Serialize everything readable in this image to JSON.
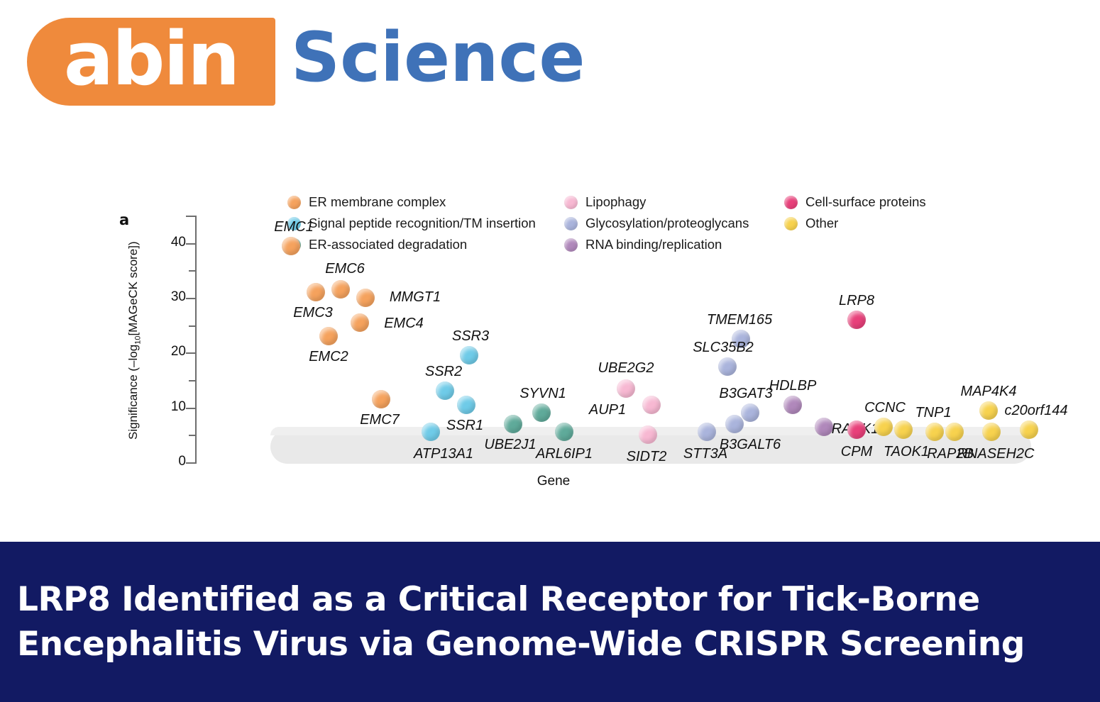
{
  "header": {
    "logo_mark_text": "abin",
    "logo_word": "Science",
    "logo_orange": "#ef8a3c",
    "logo_blue": "#3f72b8"
  },
  "figure": {
    "panel_letter": "a",
    "xaxis_label": "Gene",
    "yaxis_label": "Significance (–log10[MAGeCK score])",
    "noise_band_color": "#e9e9e9"
  },
  "legend": {
    "columns": [
      {
        "x": 0,
        "items": [
          {
            "label": "ER membrane complex",
            "color": "#f5a25d"
          },
          {
            "label": "Signal peptide recognition/TM insertion",
            "color": "#6fcbe8"
          },
          {
            "label": "ER-associated degradation",
            "color": "#5faa9a"
          }
        ]
      },
      {
        "x": 390,
        "items": [
          {
            "label": "Lipophagy",
            "color": "#f7b8d2"
          },
          {
            "label": "Glycosylation/proteoglycans",
            "color": "#aab4dc"
          },
          {
            "label": "RNA binding/replication",
            "color": "#b088bb"
          }
        ]
      },
      {
        "x": 700,
        "items": [
          {
            "label": "Cell-surface proteins",
            "color": "#e8407a"
          },
          {
            "label": "Other",
            "color": "#f7d24e"
          }
        ]
      }
    ]
  },
  "chart_data": {
    "type": "scatter",
    "title": "",
    "xlabel": "Gene",
    "ylabel": "Significance (–log10[MAGeCK score])",
    "ylim": [
      0,
      45
    ],
    "yticks_major": [
      0,
      10,
      20,
      30,
      40
    ],
    "yticks_minor": [
      5,
      15,
      25,
      35,
      45
    ],
    "xticks": [],
    "grid": false,
    "legend_position": "top",
    "categories": [
      "ER membrane complex",
      "Signal peptide recognition/TM insertion",
      "ER-associated degradation",
      "Lipophagy",
      "Glycosylation/proteoglycans",
      "RNA binding/replication",
      "Cell-surface proteins",
      "Other"
    ],
    "category_colors": {
      "ER membrane complex": "#f5a25d",
      "Signal peptide recognition/TM insertion": "#6fcbe8",
      "ER-associated degradation": "#5faa9a",
      "Lipophagy": "#f7b8d2",
      "Glycosylation/proteoglycans": "#aab4dc",
      "RNA binding/replication": "#b088bb",
      "Cell-surface proteins": "#e8407a",
      "Other": "#f7d24e"
    },
    "points": [
      {
        "gene": "EMC1",
        "x": 75,
        "y": 39.5,
        "category": "ER membrane complex",
        "label_dx": 4,
        "label_dy": -38
      },
      {
        "gene": "EMC3",
        "x": 110,
        "y": 31.0,
        "category": "ER membrane complex",
        "label_dx": -4,
        "label_dy": 18
      },
      {
        "gene": "EMC6",
        "x": 145,
        "y": 31.5,
        "category": "ER membrane complex",
        "label_dx": 6,
        "label_dy": -40
      },
      {
        "gene": "MMGT1",
        "x": 180,
        "y": 30.0,
        "category": "ER membrane complex",
        "label_dx": 70,
        "label_dy": -12
      },
      {
        "gene": "EMC4",
        "x": 172,
        "y": 25.5,
        "category": "ER membrane complex",
        "label_dx": 62,
        "label_dy": -10
      },
      {
        "gene": "EMC2",
        "x": 128,
        "y": 23.0,
        "category": "ER membrane complex",
        "label_dx": 0,
        "label_dy": 18
      },
      {
        "gene": "EMC7",
        "x": 202,
        "y": 11.5,
        "category": "ER membrane complex",
        "label_dx": -2,
        "label_dy": 18
      },
      {
        "gene": "SSR3",
        "x": 326,
        "y": 19.5,
        "category": "Signal peptide recognition/TM insertion",
        "label_dx": 2,
        "label_dy": -38
      },
      {
        "gene": "SSR2",
        "x": 292,
        "y": 13.0,
        "category": "Signal peptide recognition/TM insertion",
        "label_dx": -2,
        "label_dy": -38
      },
      {
        "gene": "SSR1",
        "x": 322,
        "y": 10.5,
        "category": "Signal peptide recognition/TM insertion",
        "label_dx": -2,
        "label_dy": 18
      },
      {
        "gene": "ATP13A1",
        "x": 272,
        "y": 5.5,
        "category": "Signal peptide recognition/TM insertion",
        "label_dx": 18,
        "label_dy": 20
      },
      {
        "gene": "UBE2J1",
        "x": 388,
        "y": 7.0,
        "category": "ER-associated degradation",
        "label_dx": -4,
        "label_dy": 18
      },
      {
        "gene": "SYVN1",
        "x": 428,
        "y": 9.0,
        "category": "ER-associated degradation",
        "label_dx": 2,
        "label_dy": -38
      },
      {
        "gene": "ARL6IP1",
        "x": 460,
        "y": 5.5,
        "category": "ER-associated degradation",
        "label_dx": 0,
        "label_dy": 20
      },
      {
        "gene": "UBE2G2",
        "x": 547,
        "y": 13.5,
        "category": "Lipophagy",
        "label_dx": 0,
        "label_dy": -40
      },
      {
        "gene": "AUP1",
        "x": 583,
        "y": 10.5,
        "category": "Lipophagy",
        "label_dx": -62,
        "label_dy": -4
      },
      {
        "gene": "SIDT2",
        "x": 578,
        "y": 5.0,
        "category": "Lipophagy",
        "label_dx": -2,
        "label_dy": 20
      },
      {
        "gene": "TMEM165",
        "x": 709,
        "y": 22.5,
        "category": "Glycosylation/proteoglycans",
        "label_dx": -2,
        "label_dy": -38
      },
      {
        "gene": "SLC35B2",
        "x": 690,
        "y": 17.5,
        "category": "Glycosylation/proteoglycans",
        "label_dx": -6,
        "label_dy": -38
      },
      {
        "gene": "B3GAT3",
        "x": 722,
        "y": 9.0,
        "category": "Glycosylation/proteoglycans",
        "label_dx": -6,
        "label_dy": -38
      },
      {
        "gene": "B3GALT6",
        "x": 700,
        "y": 7.0,
        "category": "Glycosylation/proteoglycans",
        "label_dx": 22,
        "label_dy": 18
      },
      {
        "gene": "STT3A",
        "x": 661,
        "y": 5.5,
        "category": "Glycosylation/proteoglycans",
        "label_dx": -2,
        "label_dy": 20
      },
      {
        "gene": "HDLBP",
        "x": 782,
        "y": 10.5,
        "category": "RNA binding/replication",
        "label_dx": 0,
        "label_dy": -38
      },
      {
        "gene": "RACK1",
        "x": 826,
        "y": 6.5,
        "category": "RNA binding/replication",
        "label_dx": 44,
        "label_dy": -8
      },
      {
        "gene": "LRP8",
        "x": 872,
        "y": 26.0,
        "category": "Cell-surface proteins",
        "label_dx": 0,
        "label_dy": -38
      },
      {
        "gene": "CPM",
        "x": 872,
        "y": 6.0,
        "category": "Cell-surface proteins",
        "label_dx": 0,
        "label_dy": 20
      },
      {
        "gene": "CCNC",
        "x": 910,
        "y": 6.5,
        "category": "Other",
        "label_dx": 2,
        "label_dy": -38
      },
      {
        "gene": "TAOK1",
        "x": 938,
        "y": 6.0,
        "category": "Other",
        "label_dx": 4,
        "label_dy": 20
      },
      {
        "gene": "TNP1",
        "x": 982,
        "y": 5.5,
        "category": "Other",
        "label_dx": -2,
        "label_dy": -38
      },
      {
        "gene": "RAP2B",
        "x": 1010,
        "y": 5.5,
        "category": "Other",
        "label_dx": -6,
        "label_dy": 20
      },
      {
        "gene": "MAP4K4",
        "x": 1058,
        "y": 9.5,
        "category": "Other",
        "label_dx": 0,
        "label_dy": -38
      },
      {
        "gene": "RNASEH2C",
        "x": 1062,
        "y": 5.5,
        "category": "Other",
        "label_dx": 6,
        "label_dy": 20
      },
      {
        "gene": "c20orf144",
        "x": 1115,
        "y": 6.0,
        "category": "Other",
        "label_dx": 10,
        "label_dy": -38
      }
    ]
  },
  "banner": {
    "background": "#121a63",
    "line1": "LRP8 Identified as a Critical Receptor for Tick-Borne",
    "line2": "Encephalitis Virus via Genome-Wide CRISPR Screening"
  }
}
